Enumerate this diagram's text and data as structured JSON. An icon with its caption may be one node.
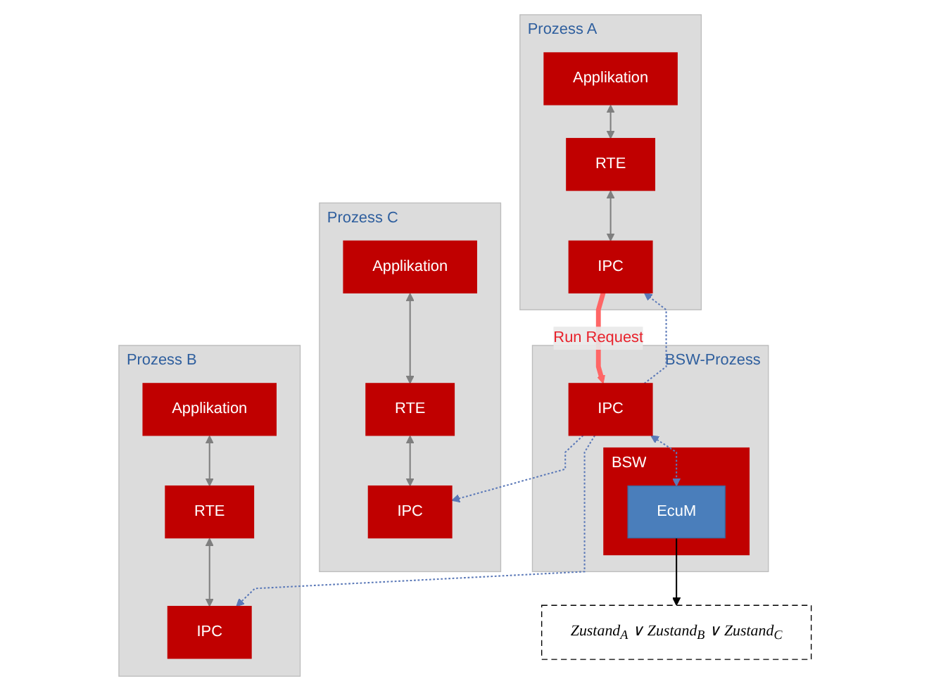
{
  "diagram": {
    "nodes": [
      {
        "text": [
          "Prozess A"
        ]
      },
      {
        "text": [
          "Applikation"
        ],
        "in": 0
      },
      {
        "text": [
          "RTE"
        ],
        "in": 0
      },
      {
        "text": [
          "IPC"
        ],
        "in": 0
      },
      {
        "text": [
          "Prozess B"
        ]
      },
      {
        "text": [
          "Applikation"
        ],
        "in": 4
      },
      {
        "text": [
          "RTE"
        ],
        "in": 4
      },
      {
        "text": [
          "IPC"
        ],
        "in": 4
      },
      {
        "text": [
          "Prozess C"
        ]
      },
      {
        "text": [
          "Applikation"
        ],
        "in": 8
      },
      {
        "text": [
          "RTE"
        ],
        "in": 8
      },
      {
        "text": [
          "IPC"
        ],
        "in": 8
      },
      {
        "text": [
          "BSW-Prozess"
        ]
      },
      {
        "text": [
          "IPC"
        ],
        "in": 12
      },
      {
        "text": [
          "BSW"
        ],
        "in": 12
      },
      {
        "text": [
          "EcuM"
        ],
        "in": 14
      },
      {
        "text": [
          "Zustand$_{A}$ ∨ Zustand$_{B}$ ∨ Zustand$_{C}$"
        ]
      }
    ],
    "edges": [
      {
        "from": 1,
        "to": 2,
        "arrow": "both"
      },
      {
        "from": 2,
        "to": 3,
        "arrow": "both"
      },
      {
        "from": 5,
        "to": 6,
        "arrow": "both"
      },
      {
        "from": 6,
        "to": 7,
        "arrow": "both"
      },
      {
        "from": 9,
        "to": 10,
        "arrow": "both"
      },
      {
        "from": 10,
        "to": 11,
        "arrow": "both"
      },
      {
        "from": 3,
        "to": 13,
        "arrow": "to",
        "label": "Run Request",
        "style": "thick",
        "color": "#ff6666"
      },
      {
        "from": 13,
        "to": 3,
        "arrow": "to",
        "style": "dashed",
        "color": "#5b79b8"
      },
      {
        "from": 13,
        "to": 7,
        "arrow": "to",
        "style": "dashed",
        "color": "#5b79b8"
      },
      {
        "from": 13,
        "to": 11,
        "arrow": "to",
        "style": "dashed",
        "color": "#5b79b8"
      },
      {
        "from": 13,
        "to": 15,
        "arrow": "both",
        "style": "dashed",
        "color": "#5b79b8"
      },
      {
        "from": 15,
        "to": 16,
        "arrow": "to",
        "color": "#000000"
      }
    ]
  }
}
